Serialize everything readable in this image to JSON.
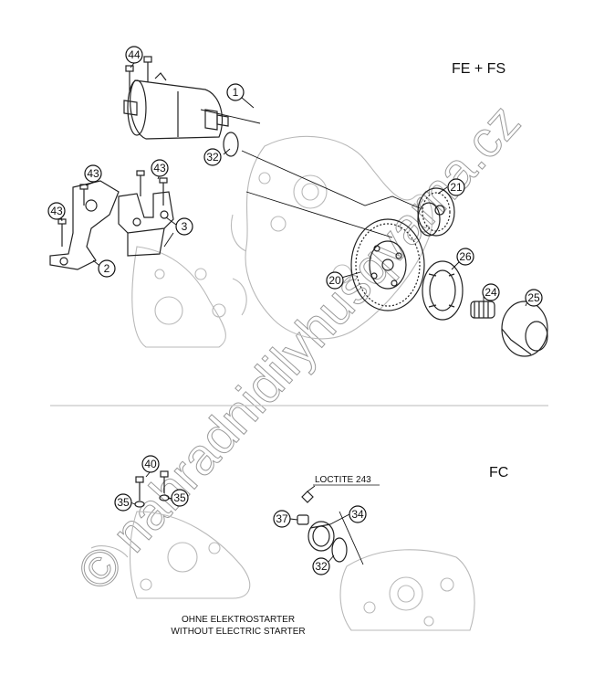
{
  "section_top_label": "FE + FS",
  "section_bottom_label": "FC",
  "loctite_label": "LOCTITE 243",
  "note_line_1": "OHNE ELEKTROSTARTER",
  "note_line_2": "WITHOUT ELECTRIC STARTER",
  "watermark_text": "© nahradnidilyhusqvarna.cz",
  "callouts": {
    "c44": "44",
    "c1": "1",
    "c32a": "32",
    "c43a": "43",
    "c43b": "43",
    "c43c": "43",
    "c3": "3",
    "c2": "2",
    "c21": "21",
    "c20": "20",
    "c26": "26",
    "c24": "24",
    "c25": "25",
    "c40": "40",
    "c35a": "35",
    "c35b": "35",
    "c37": "37",
    "c34": "34",
    "c32b": "32"
  },
  "colors": {
    "line": "#222222",
    "ghost": "#b9b9b9",
    "divider": "#c8c8c8",
    "background": "#ffffff"
  }
}
